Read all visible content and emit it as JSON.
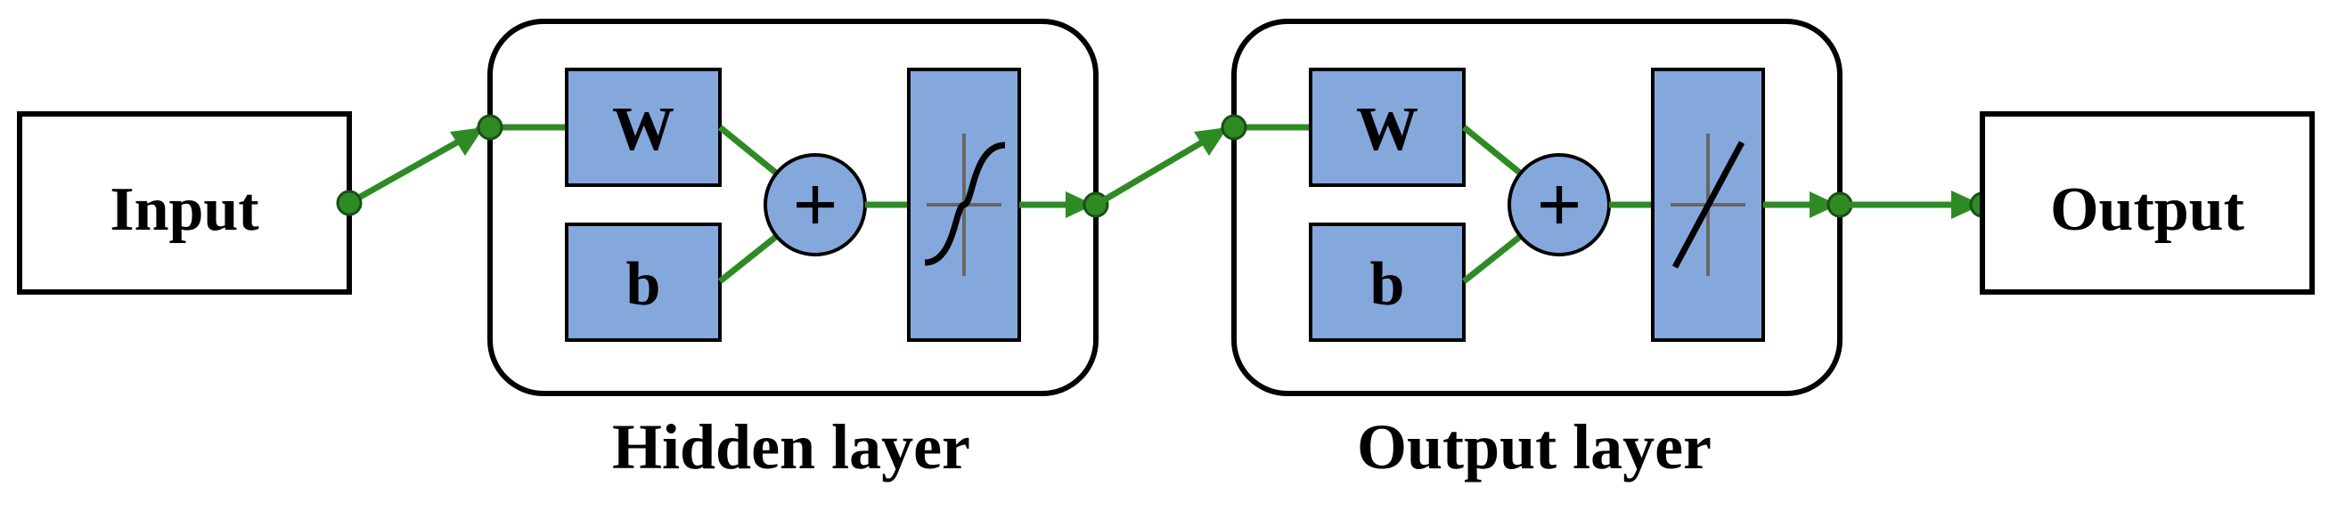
{
  "input": {
    "label": "Input"
  },
  "output": {
    "label": "Output"
  },
  "layers": [
    {
      "caption": "Hidden layer",
      "weight": "W",
      "bias": "b",
      "sum": "+",
      "transfer": "sigmoid"
    },
    {
      "caption": "Output layer",
      "weight": "W",
      "bias": "b",
      "sum": "+",
      "transfer": "linear"
    }
  ],
  "colors": {
    "connection": "#2e8b24",
    "block_fill": "#85a8dc",
    "outline": "#000000"
  }
}
